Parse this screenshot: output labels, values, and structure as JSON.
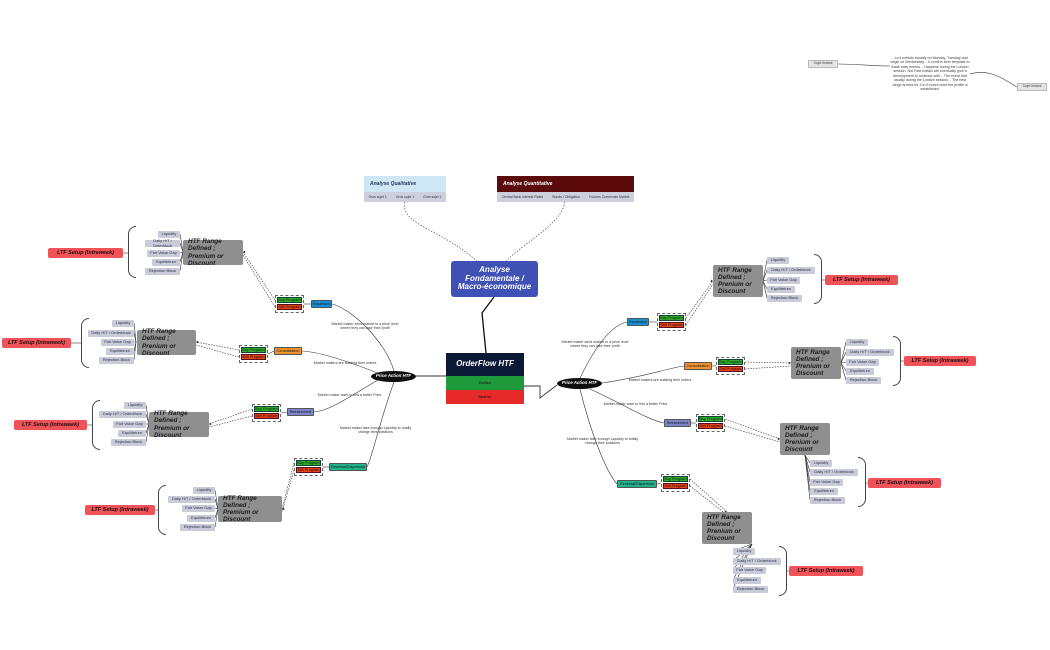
{
  "colors": {
    "accent_blue": "#3f51b5",
    "ltf_red": "#f0525a",
    "htf_grey": "#8f8f8f",
    "buy_green": "#2faa2c",
    "sell_orange": "#e3421b"
  },
  "center": {
    "title": "OrderFlow HTF",
    "bullish": "Bullish",
    "bearish": "Bearish"
  },
  "macro": {
    "title": "Analyse Fondamentale / Macro-économique"
  },
  "qualitative": {
    "title": "Analyse Qualitative",
    "items": [
      "Gros sujet 1",
      "Gros sujet 1",
      "Gros sujet 1"
    ]
  },
  "quantitative": {
    "title": "Analyse Quantitative",
    "items": [
      "Central Bank Interest Rates",
      "Bonds / Obligation",
      "Futures Currencies Market"
    ]
  },
  "pa": {
    "label": "Price Action HTF"
  },
  "notes": {
    "n1": "Market maker send market to a price level where they can take their profit",
    "n2": "Market makers are building their orders",
    "n3": "Market maker want to find a better Price",
    "n4": "Market maker take enough Liquidity to totally change their positions"
  },
  "categories": {
    "expansion": "Expansion",
    "consolidation": "Consolidation",
    "retracement": "Retracement",
    "reversal": "Reversal/Dispersion"
  },
  "buy": "Buy Program",
  "sell": "Sell Program",
  "htf": {
    "standard": "HTF Range Defined ; Premium or Discount",
    "typo": "HTF Range Defined ; Prenium or Discount"
  },
  "ltf": "LTF Setup (Intraweek)",
  "list": [
    "Liquidity",
    "Daily H/T / Orderblock",
    "Fair Value Gap",
    "Equilibrium",
    "Rejection Block"
  ],
  "topic_left": "Sujet flottant",
  "topic_right": "Sujet flottant",
  "floating_note": "- Le il unfolds broadly on Monday, Tuesday and begin on Wednesday. - Il confirm bem template to trade easy entries. - Happens during the London session. Not Fast extract will eventually give a development to continue with. - The event that usually during the London session. - The best range arrives for 3 to 6 hours once the profile is established."
}
